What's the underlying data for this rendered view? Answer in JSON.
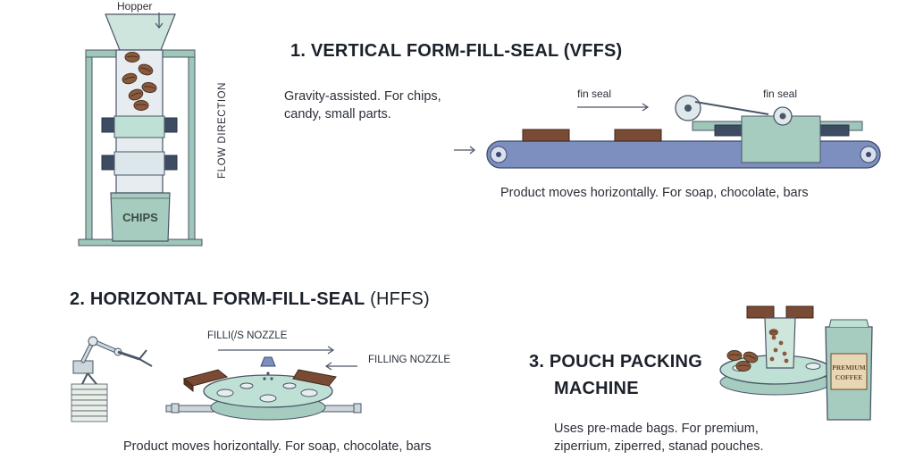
{
  "labels": {
    "hopper": "Hopper",
    "flow_direction": "FLOW DIRECTION",
    "bag_text": "CHIPS",
    "fin_seal_left": "fin seal",
    "fin_seal_right": "fin seal",
    "filling_nozzle_top": "FILLI(/S NOZZLE",
    "filling_nozzle_right": "FILLING NOZZLE",
    "coffee_bag_line1": "PREMIUM",
    "coffee_bag_line2": "COFFEE"
  },
  "sections": {
    "vffs": {
      "title": "1. VERTICAL FORM-FILL-SEAL (VFFS)",
      "description_line1": "Gravity-assisted. For chips,",
      "description_line2": "candy, small parts.",
      "conveyor_caption": "Product moves horizontally. For soap, chocolate, bars"
    },
    "hffs": {
      "title_bold": "2. HORIZONTAL FORM-FILL-SEAL",
      "title_thin": " (HFFS)",
      "caption": "Product moves horizontally. For soap, chocolate, bars"
    },
    "pouch": {
      "title_line1": "3. POUCH PACKING",
      "title_line2": "MACHINE",
      "description_line1": "Uses pre-made bags. For premium,",
      "description_line2": "ziperrium, ziperred, stanad pouches."
    }
  },
  "colors": {
    "frame": "#9fc7b9",
    "outline": "#4a5568",
    "conveyor": "#7d8fbe",
    "brown": "#7a4b34",
    "coffee_bean": "#8b5a3c"
  }
}
